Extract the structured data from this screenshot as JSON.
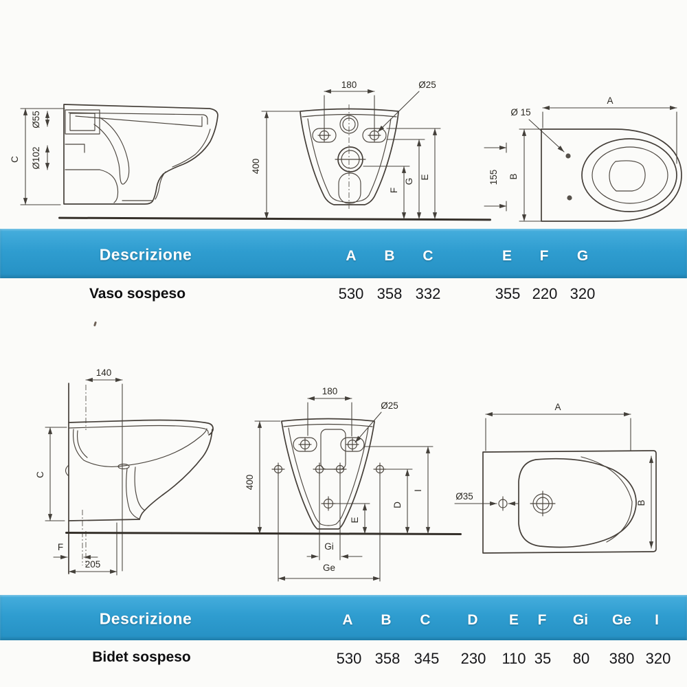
{
  "colors": {
    "banner_blue": "#2f9dd0",
    "banner_blue_dark": "#2590c3",
    "line_ink": "#44403a",
    "value_text": "#17171a"
  },
  "vaso": {
    "side": {
      "c": "C",
      "d55": "Ø55",
      "d102": "Ø102"
    },
    "front": {
      "w180": "180",
      "d25": "Ø25",
      "h400": "400",
      "e": "E",
      "g": "G",
      "f": "F"
    },
    "top": {
      "a": "A",
      "d15": "Ø 15",
      "b": "B",
      "off155": "155"
    },
    "table": {
      "header": "Descrizione",
      "cols": [
        "A",
        "B",
        "C",
        "E",
        "F",
        "G"
      ],
      "row_label": "Vaso sospeso",
      "vals": [
        "530",
        "358",
        "332",
        "355",
        "220",
        "320"
      ]
    }
  },
  "bidet": {
    "side": {
      "w140": "140",
      "c": "C",
      "f": "F",
      "w205": "205"
    },
    "front": {
      "w180": "180",
      "d25": "Ø25",
      "h400": "400",
      "i": "I",
      "d": "D",
      "e": "E",
      "gi": "Gi",
      "ge": "Ge"
    },
    "top": {
      "a": "A",
      "d35": "Ø35",
      "b": "B"
    },
    "table": {
      "header": "Descrizione",
      "cols": [
        "A",
        "B",
        "C",
        "D",
        "E",
        "F",
        "Gi",
        "Ge",
        "I"
      ],
      "row_label": "Bidet sospeso",
      "vals": [
        "530",
        "358",
        "345",
        "230",
        "110",
        "35",
        "80",
        "380",
        "320"
      ]
    }
  }
}
